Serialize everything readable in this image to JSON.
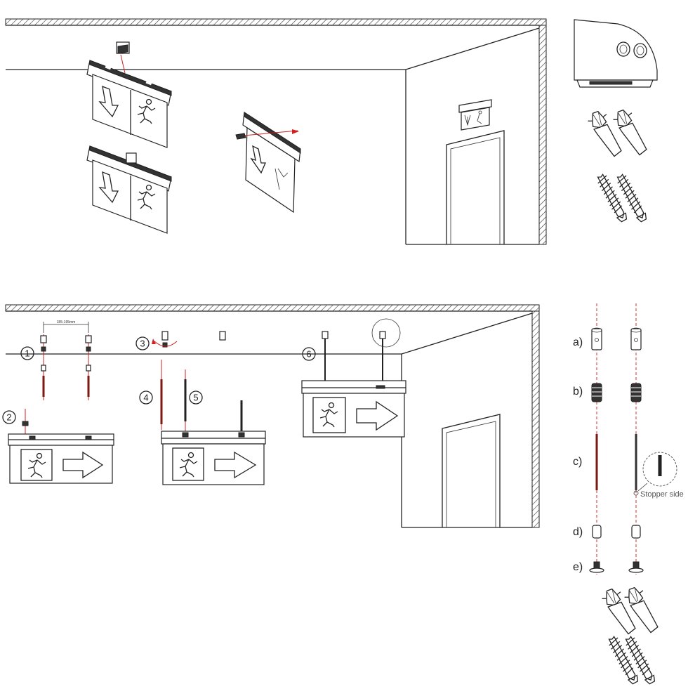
{
  "steps": [
    "1",
    "2",
    "3",
    "4",
    "5",
    "6"
  ],
  "parts": {
    "a": "a)",
    "b": "b)",
    "c": "c)",
    "d": "d)",
    "e": "e)"
  },
  "callout": "Stopper side",
  "spacing_label": "185-195mm",
  "colors": {
    "line": "#222222",
    "accent": "#d02020",
    "rod": "#7a1a10"
  },
  "icons": [
    "down-arrow-icon",
    "running-man-icon",
    "right-arrow-icon",
    "anchor-plug-icon",
    "wood-screw-icon",
    "mounting-bracket-icon"
  ]
}
